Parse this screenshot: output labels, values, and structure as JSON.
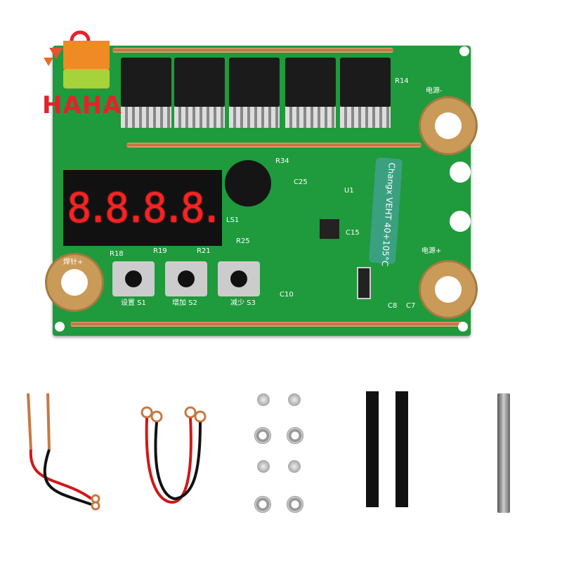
{
  "logo": {
    "text": "HAHA",
    "colors": [
      "#e5222b",
      "#f08a24",
      "#a6d23a"
    ]
  },
  "board": {
    "display": "8.8.8.8.",
    "labels": {
      "s1": "设置 S1",
      "s2": "增加 S2",
      "s3": "减少 S3",
      "power_neg": "电源-",
      "power_pos": "电源+",
      "weld_pos": "焊针+",
      "r14": "R14",
      "r34": "R34",
      "r25": "R25",
      "r18": "R18",
      "r19": "R19",
      "r21": "R21",
      "ls1": "LS1",
      "c10": "C10",
      "c8": "C8",
      "c7": "C7",
      "u1": "U1",
      "c25": "C25",
      "c15": "C15"
    },
    "capacitor": "Changx VEHT 40+105°C"
  }
}
